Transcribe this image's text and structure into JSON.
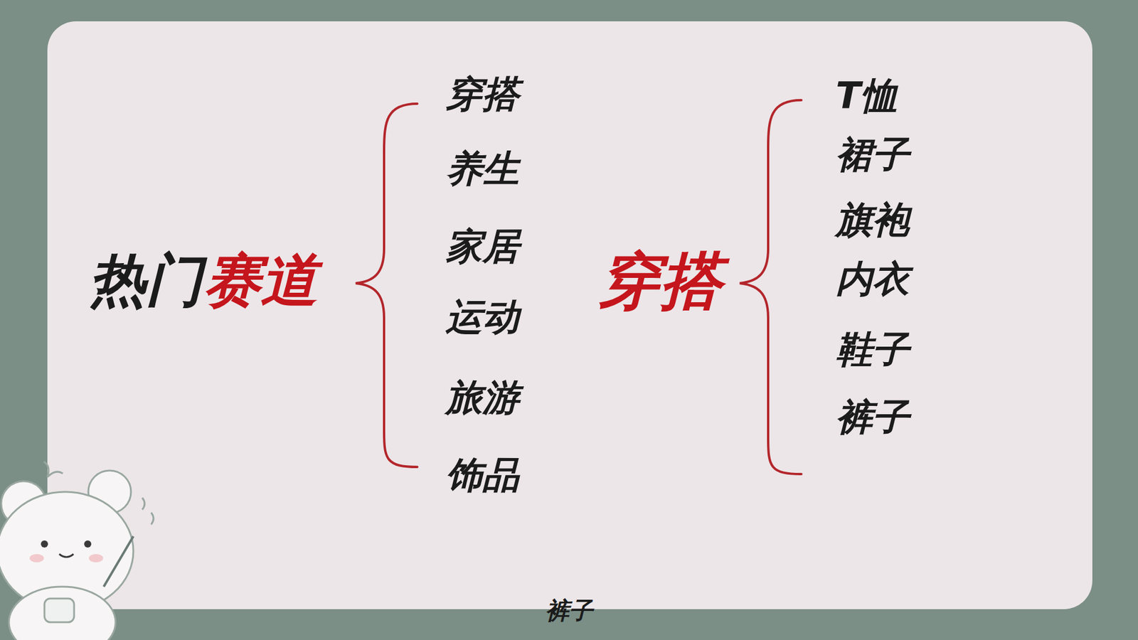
{
  "diagram": {
    "labels": [
      "热门",
      "赛道",
      "穿搭",
      "养生",
      "家居",
      "运动",
      "旅游",
      "饰品",
      "穿搭",
      "T恤",
      "裙子",
      "旗袍",
      "内衣",
      "鞋子",
      "裤子",
      "裤子"
    ]
  }
}
